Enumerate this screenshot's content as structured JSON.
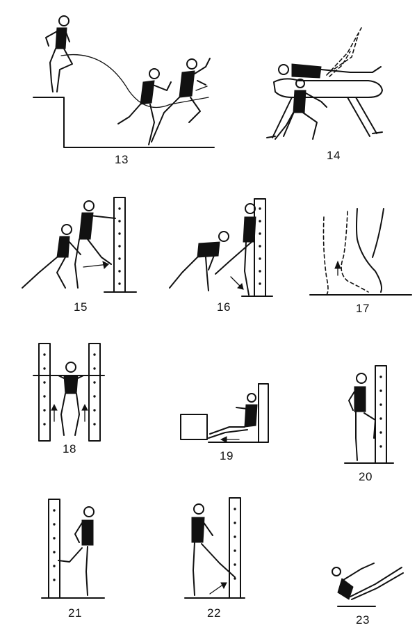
{
  "figures": [
    {
      "id": "13",
      "label": "13"
    },
    {
      "id": "14",
      "label": "14"
    },
    {
      "id": "15",
      "label": "15"
    },
    {
      "id": "16",
      "label": "16"
    },
    {
      "id": "17",
      "label": "17"
    },
    {
      "id": "18",
      "label": "18"
    },
    {
      "id": "19",
      "label": "19"
    },
    {
      "id": "20",
      "label": "20"
    },
    {
      "id": "21",
      "label": "21"
    },
    {
      "id": "22",
      "label": "22"
    },
    {
      "id": "23",
      "label": "23"
    }
  ],
  "colors": {
    "ink": "#111111",
    "paper": "#ffffff"
  }
}
